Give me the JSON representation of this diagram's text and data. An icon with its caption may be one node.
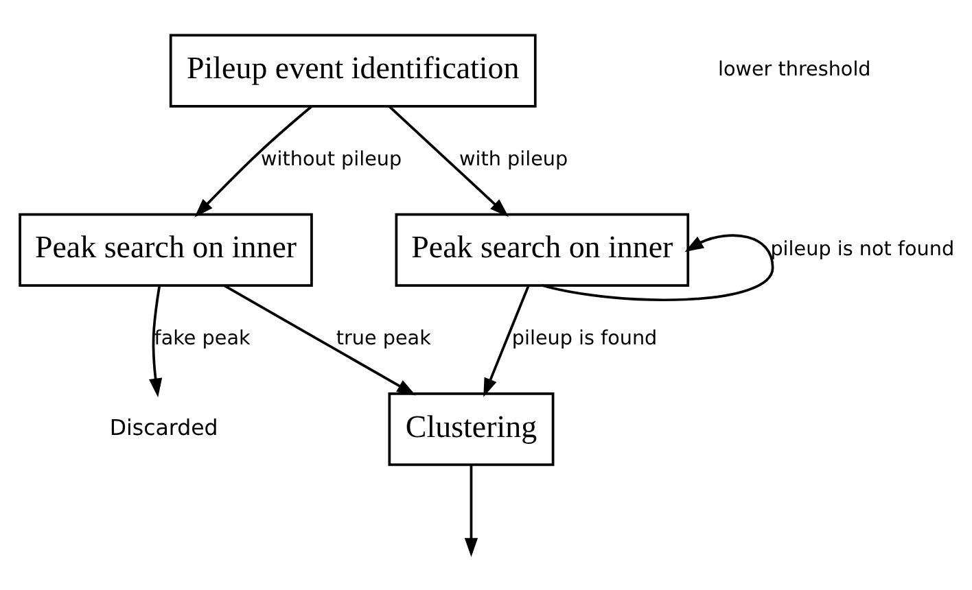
{
  "diagram": {
    "nodes": [
      {
        "text": [
          "Pileup event identification"
        ]
      },
      {
        "text": [
          "Peak search on inner"
        ]
      },
      {
        "text": [
          "Peak search on inner"
        ]
      },
      {
        "text": [
          "Discarded"
        ]
      },
      {
        "text": [
          "Clustering"
        ]
      }
    ],
    "edges": [
      {
        "from": 0,
        "to": 1,
        "arrow": "to",
        "label": "without pileup"
      },
      {
        "from": 0,
        "to": 2,
        "arrow": "to",
        "label": "with pileup"
      },
      {
        "from": 1,
        "to": 3,
        "arrow": "to",
        "label": "fake peak"
      },
      {
        "from": 1,
        "to": 4,
        "arrow": "to",
        "label": "true peak"
      },
      {
        "from": 2,
        "to": 4,
        "arrow": "to",
        "label": "pileup is found"
      },
      {
        "from": 2,
        "to": 2,
        "arrow": "to",
        "label": "pileup is not found"
      },
      {
        "from": 4,
        "to": null,
        "arrow": "to"
      }
    ],
    "labels": [
      "lower threshold"
    ]
  }
}
